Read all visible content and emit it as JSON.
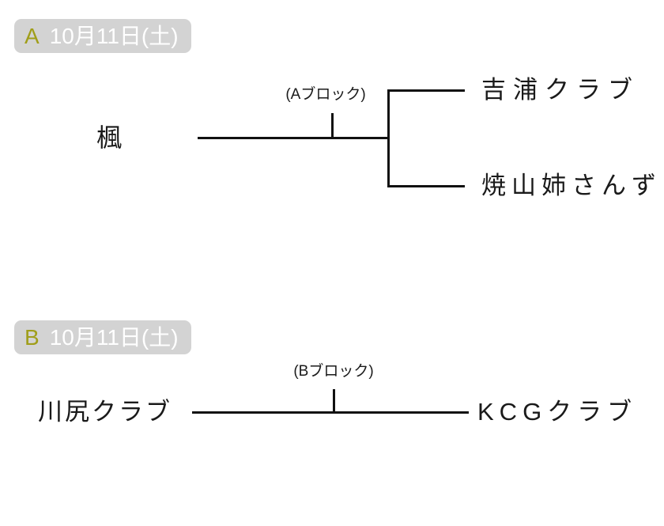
{
  "colors": {
    "line": "#111111",
    "text": "#1a1a1a",
    "badge_bg": "#d3d3d3",
    "badge_letter": "#a09e19",
    "badge_date": "#ffffff",
    "page_bg": "#ffffff"
  },
  "section_a": {
    "badge": {
      "letter": "A",
      "date": "10月11日(土)"
    },
    "block_label": "(Aブロック)",
    "left_team": "楓",
    "right_teams": [
      "吉浦クラブ",
      "焼山姉さんず"
    ]
  },
  "section_b": {
    "badge": {
      "letter": "B",
      "date": "10月11日(土)"
    },
    "block_label": "(Bブロック)",
    "left_team": "川尻クラブ",
    "right_team": "KCGクラブ"
  }
}
